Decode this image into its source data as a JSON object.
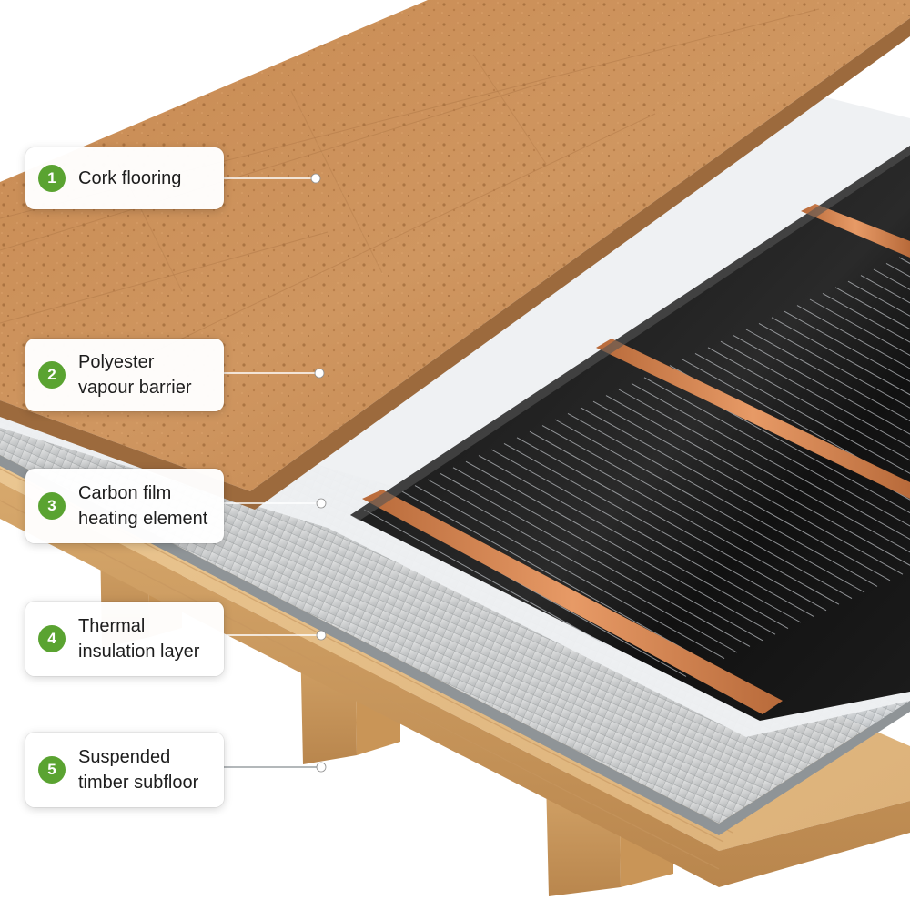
{
  "colors": {
    "accent_green": "#5aa331",
    "cork": "#c98d55",
    "timber": "#e4bf88",
    "copper": "#d27f4c",
    "carbon_film": "#141414",
    "insulation_foil": "#cfd2d4",
    "vapour_barrier": "#e9ebed"
  },
  "callouts": [
    {
      "number": "1",
      "label": "Cork flooring"
    },
    {
      "number": "2",
      "label": "Polyester\nvapour barrier"
    },
    {
      "number": "3",
      "label": "Carbon film\nheating element"
    },
    {
      "number": "4",
      "label": "Thermal\ninsulation layer"
    },
    {
      "number": "5",
      "label": "Suspended\ntimber subfloor"
    }
  ]
}
